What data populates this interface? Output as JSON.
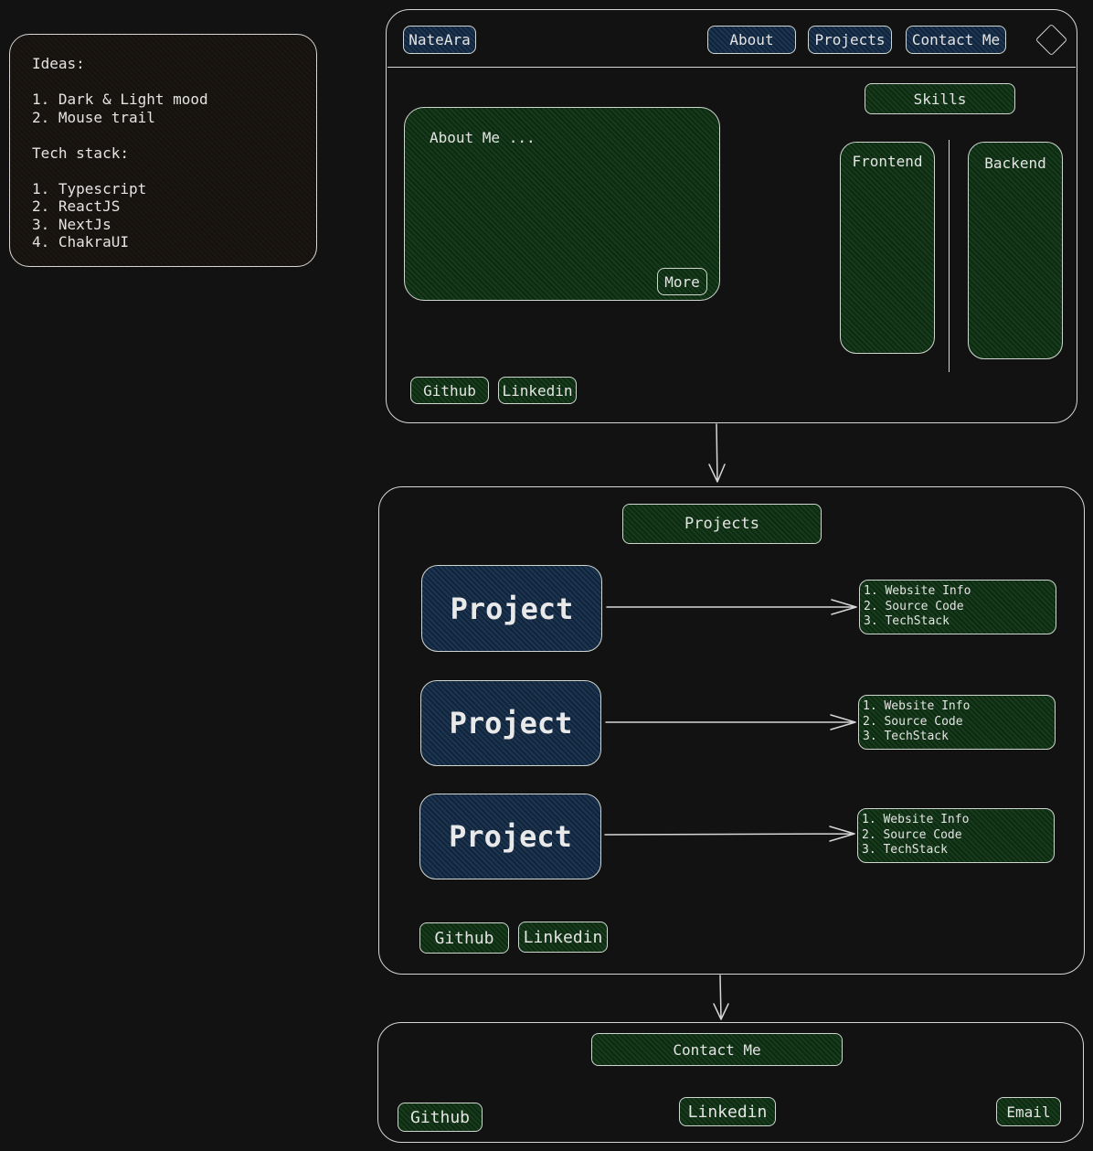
{
  "notes": {
    "ideas_title": "Ideas:",
    "ideas": [
      "1. Dark & Light mood",
      "2. Mouse trail"
    ],
    "stack_title": "Tech stack:",
    "stack": [
      "1. Typescript",
      "2. ReactJS",
      "3. NextJs",
      "4. ChakraUI"
    ]
  },
  "header": {
    "logo": "NateAra",
    "nav": [
      "About",
      "Projects",
      "Contact Me"
    ]
  },
  "about": {
    "title": "About Me ...",
    "more": "More",
    "skills": "Skills",
    "frontend": "Frontend",
    "backend": "Backend",
    "github": "Github",
    "linkedin": "Linkedin"
  },
  "projects": {
    "title": "Projects",
    "items": [
      {
        "label": "Project",
        "details": [
          "1. Website Info",
          "2. Source Code",
          "3. TechStack"
        ]
      },
      {
        "label": "Project",
        "details": [
          "1. Website Info",
          "2. Source Code",
          "3. TechStack"
        ]
      },
      {
        "label": "Project",
        "details": [
          "1. Website Info",
          "2. Source Code",
          "3. TechStack"
        ]
      }
    ],
    "github": "Github",
    "linkedin": "Linkedin"
  },
  "contact": {
    "title": "Contact Me",
    "github": "Github",
    "linkedin": "Linkedin",
    "email": "Email"
  }
}
